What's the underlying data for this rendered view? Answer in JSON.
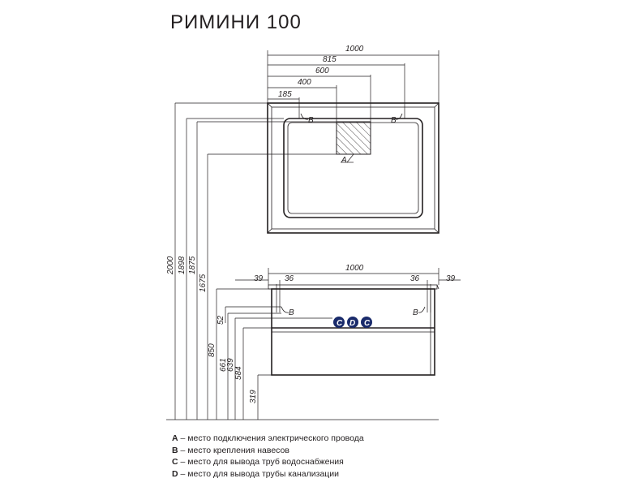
{
  "title": "РИМИНИ 100",
  "top_view": {
    "dims": [
      "1000",
      "815",
      "600",
      "400",
      "185"
    ],
    "labels": {
      "b_left": "B",
      "b_right": "B",
      "a": "A"
    }
  },
  "front_view": {
    "dims_top": {
      "left_outer": "39",
      "left_inner": "36",
      "width": "1000",
      "right_inner": "36",
      "right_outer": "39"
    },
    "labels": {
      "b_left": "B",
      "b_right": "B",
      "c_left": "C",
      "d": "D",
      "c_right": "C"
    }
  },
  "heights": [
    "2000",
    "1898",
    "1875",
    "1675",
    "850",
    "52",
    "661",
    "639",
    "584",
    "319"
  ],
  "legend": [
    {
      "key": "A",
      "text": " – место подключения электрического провода"
    },
    {
      "key": "B",
      "text": " – место крепления навесов"
    },
    {
      "key": "C",
      "text": " – место для вывода труб водоснабжения"
    },
    {
      "key": "D",
      "text": " – место для вывода трубы канализации"
    }
  ]
}
